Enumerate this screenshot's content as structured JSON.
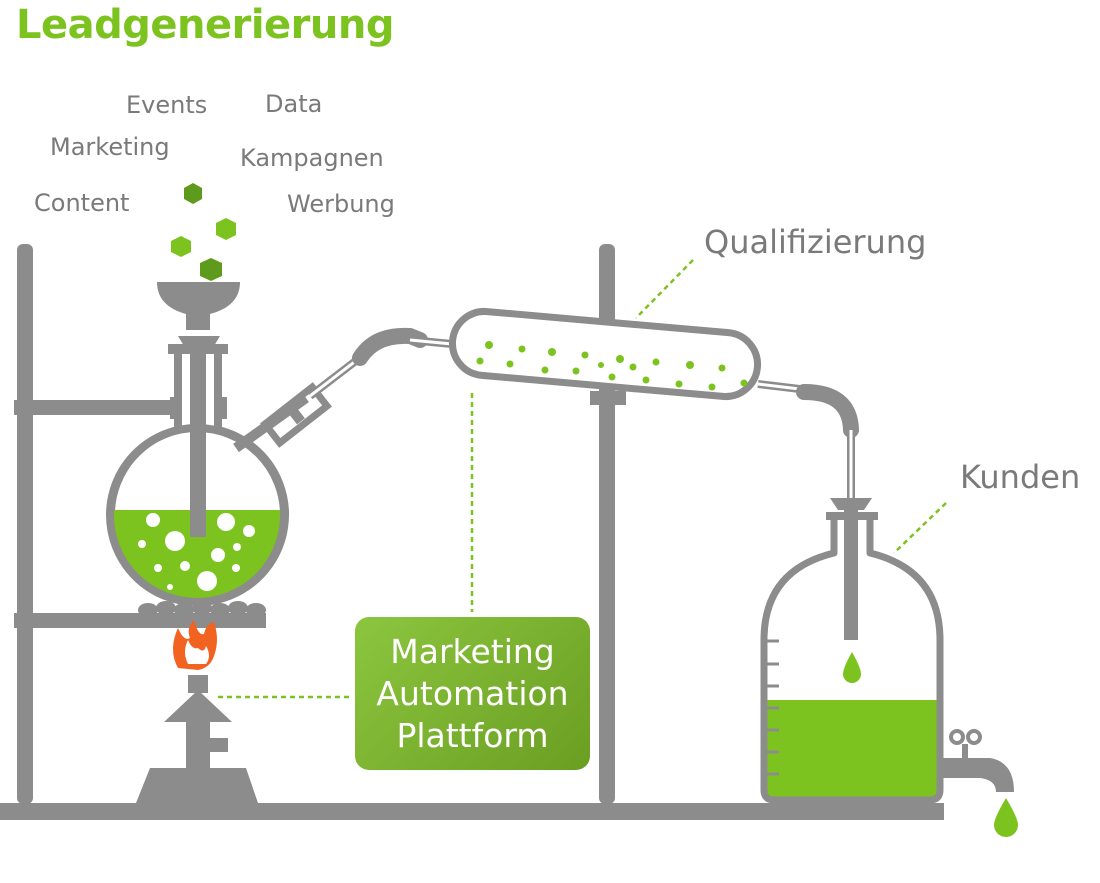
{
  "title": "Leadgenerierung",
  "inputs": [
    "Events",
    "Data",
    "Marketing",
    "Kampagnen",
    "Content",
    "Werbung"
  ],
  "stages": {
    "qualification": "Qualifizierung",
    "customers": "Kunden"
  },
  "platform": {
    "line1": "Marketing",
    "line2": "Automation",
    "line3": "Plattform"
  },
  "colors": {
    "green": "#7dc31f",
    "dark_green": "#5e9a1c",
    "gray": "#8c8c8c",
    "flame": "#f26322"
  }
}
